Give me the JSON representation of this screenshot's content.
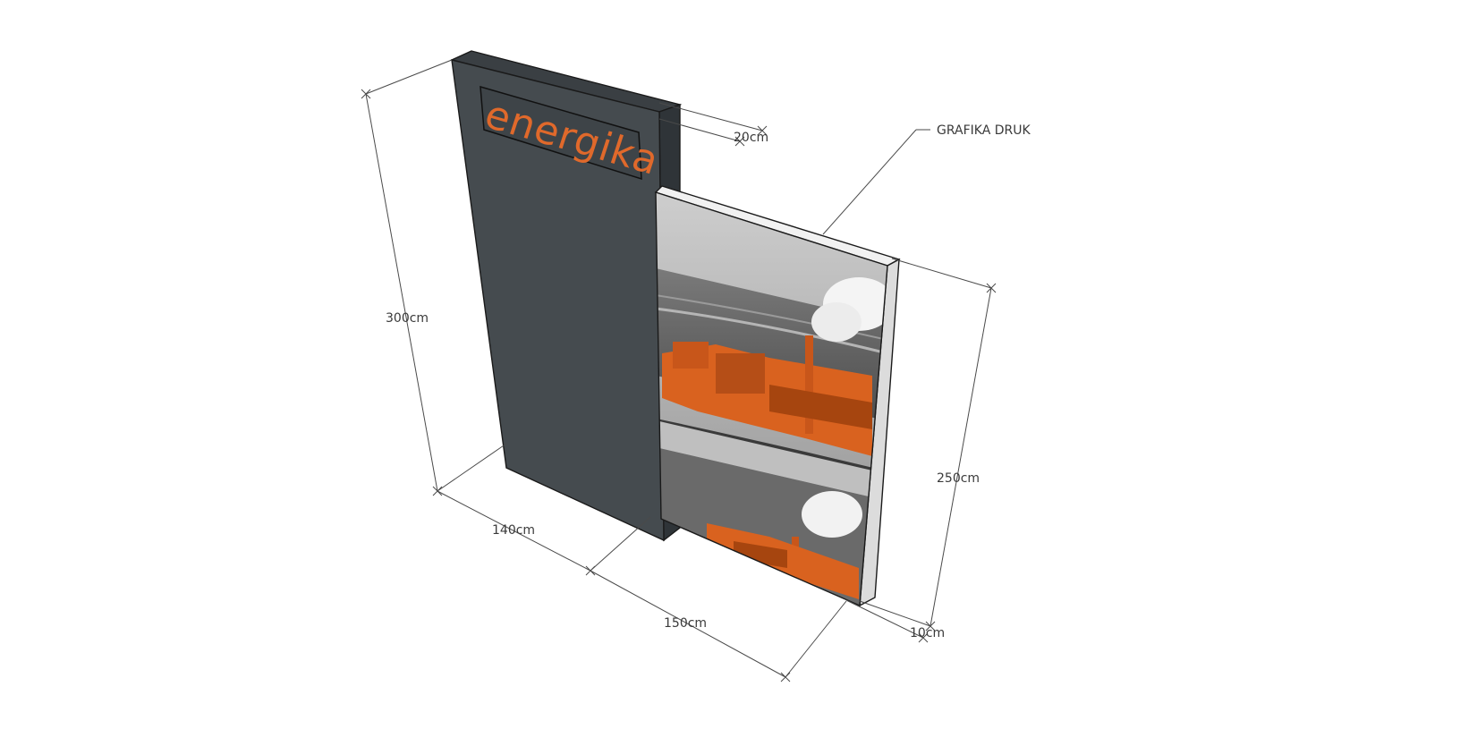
{
  "logo": {
    "text": "energika"
  },
  "labels": {
    "height_total": "300cm",
    "depth_pylon": "20cm",
    "width_pylon": "140cm",
    "width_panel": "150cm",
    "height_panel": "250cm",
    "depth_panel": "10cm",
    "print_callout": "GRAFIKA DRUK"
  },
  "colors": {
    "pylon_front": "#454b4f",
    "pylon_side": "#2f3438",
    "pylon_top": "#3a3f43",
    "logo_orange": "#e0692b",
    "graphic_orange": "#d9621f",
    "panel_frame": "#e6e6e6"
  }
}
